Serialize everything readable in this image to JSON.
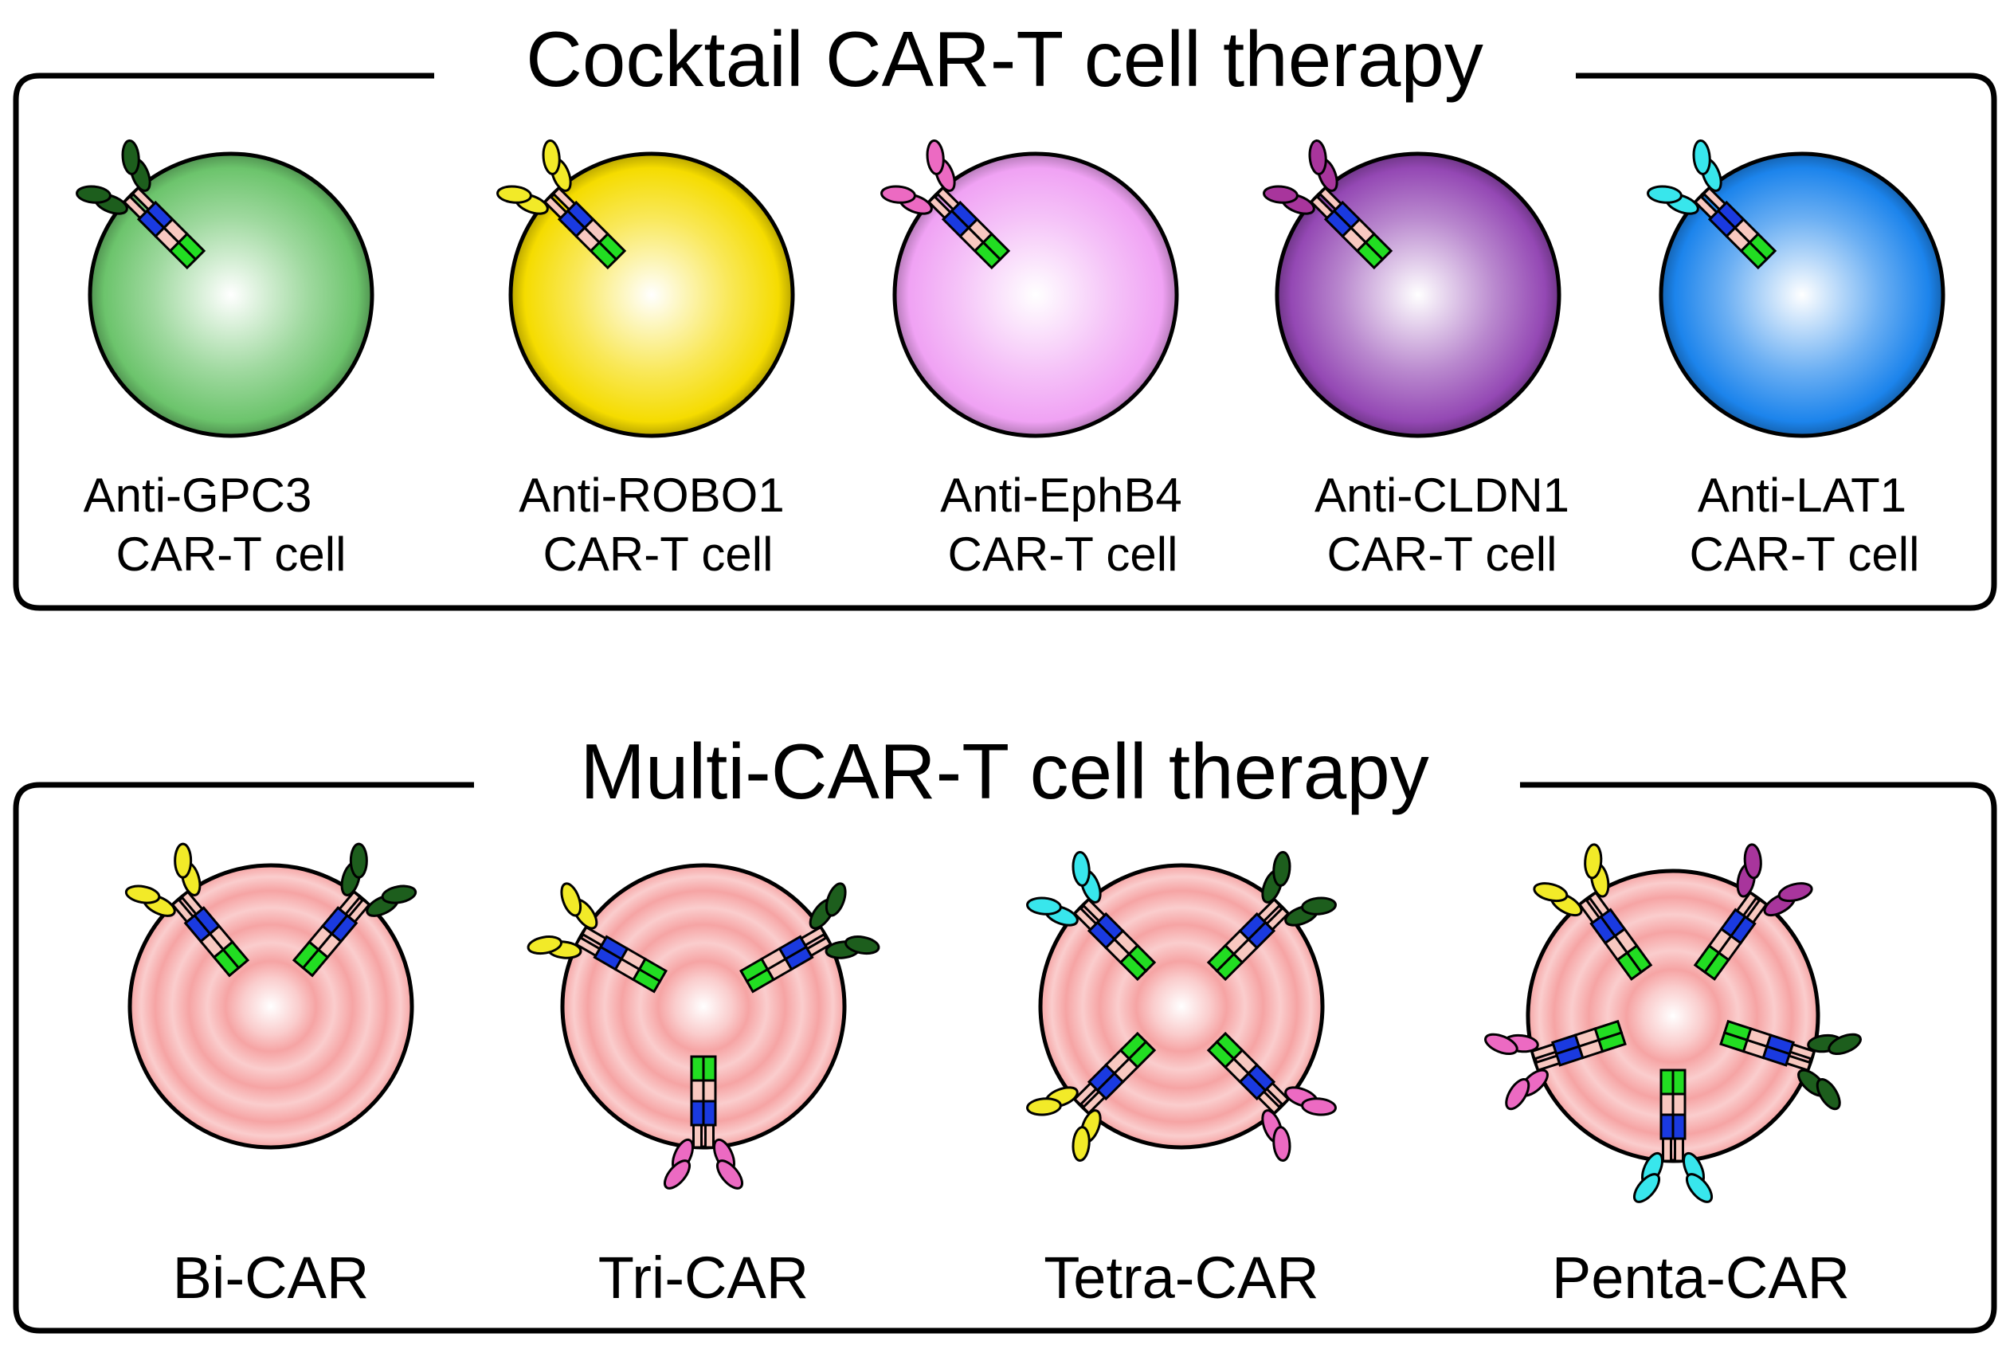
{
  "cocktail": {
    "title": "Cocktail CAR-T cell therapy",
    "cells": [
      {
        "line1": "Anti-GPC3",
        "line2": "CAR-T cell",
        "cell_color": "#6cc46c",
        "scfv_color": "#1d5e1d"
      },
      {
        "line1": "Anti-ROBO1",
        "line2": "CAR-T cell",
        "cell_color": "#f5dc00",
        "scfv_color": "#f2ea28"
      },
      {
        "line1": "Anti-EphB4",
        "line2": "CAR-T cell",
        "cell_color": "#f0a2f4",
        "scfv_color": "#ec6ac2"
      },
      {
        "line1": "Anti-CLDN1",
        "line2": "CAR-T cell",
        "cell_color": "#9448b4",
        "scfv_color": "#a8359c"
      },
      {
        "line1": "Anti-LAT1",
        "line2": "CAR-T cell",
        "cell_color": "#1c84ec",
        "scfv_color": "#38e6ec"
      }
    ]
  },
  "multi": {
    "title": "Multi-CAR-T cell therapy",
    "cell_color": "#f6a4a4",
    "cells": [
      {
        "label": "Bi-CAR",
        "scfv_colors": [
          "#f2ea28",
          "#1d5e1d"
        ]
      },
      {
        "label": "Tri-CAR",
        "scfv_colors": [
          "#f2ea28",
          "#1d5e1d",
          "#ec6ac2"
        ]
      },
      {
        "label": "Tetra-CAR",
        "scfv_colors": [
          "#38e6ec",
          "#1d5e1d",
          "#ec6ac2",
          "#f2ea28"
        ]
      },
      {
        "label": "Penta-CAR",
        "scfv_colors": [
          "#f2ea28",
          "#a8359c",
          "#1d5e1d",
          "#38e6ec",
          "#ec6ac2"
        ]
      }
    ]
  },
  "car_domain_colors": {
    "signaling": "#22dd22",
    "hinge": "#f8c8c0",
    "transmembrane": "#1a3ae0"
  }
}
